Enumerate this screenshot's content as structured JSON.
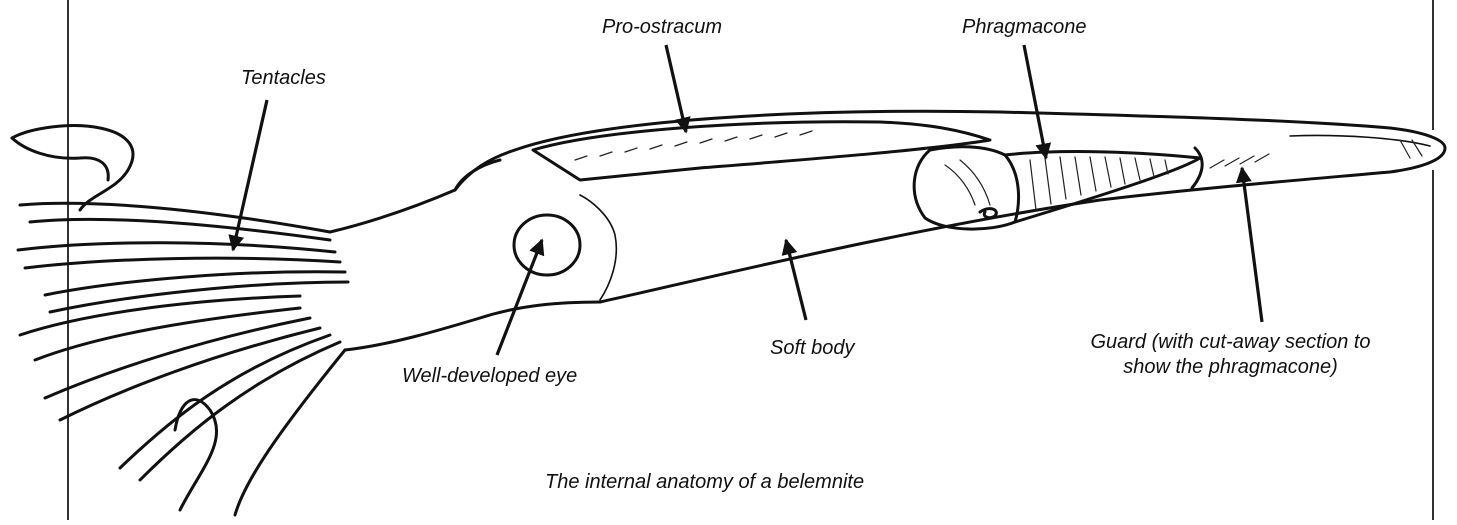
{
  "diagram": {
    "caption": "The internal anatomy of a belemnite",
    "labels": {
      "pro_ostracum": "Pro-ostracum",
      "phragmacone": "Phragmacone",
      "tentacles": "Tentacles",
      "soft_body": "Soft body",
      "eye": "Well-developed eye",
      "guard_line1": "Guard (with cut-away section to",
      "guard_line2": "show the phragmacone)"
    }
  }
}
